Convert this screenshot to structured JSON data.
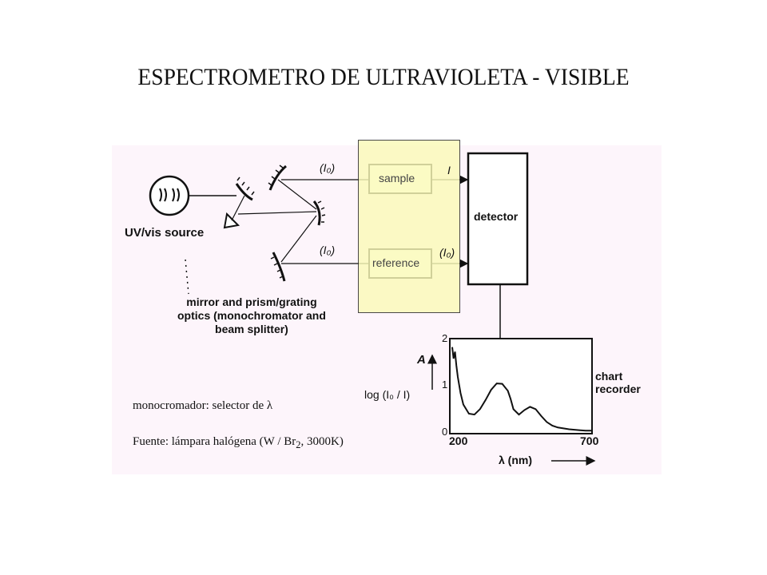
{
  "title": "ESPECTROMETRO DE  ULTRAVIOLETA - VISIBLE",
  "diagram": {
    "source_label": "UV/vis source",
    "i0_top": "(I₀)",
    "i0_bottom": "(I₀)",
    "sample_label": "sample",
    "i_label": "I",
    "reference_label": "reference",
    "i0_right": "(I₀)",
    "detector_label": "detector",
    "optics_line1": "mirror and prism/grating",
    "optics_line2": "optics (monochromator and",
    "optics_line3": "beam splitter)"
  },
  "chart_data": {
    "type": "line",
    "xlabel": "λ (nm)",
    "ylabel": "A",
    "ylabel_formula": "log (I₀ / I)",
    "side_label_1": "chart",
    "side_label_2": "recorder",
    "xlim": [
      200,
      700
    ],
    "ylim": [
      0,
      2
    ],
    "x_ticks": [
      "200",
      "700"
    ],
    "y_ticks": [
      "2",
      "1",
      "0"
    ],
    "series": [
      {
        "x": [
          200,
          205,
          210,
          215,
          220,
          230,
          240,
          260,
          280,
          300,
          320,
          340,
          360,
          380,
          400,
          410,
          420,
          440,
          460,
          480,
          500,
          520,
          540,
          560,
          580,
          600,
          620,
          640,
          660,
          680,
          700
        ],
        "values": [
          1.85,
          1.6,
          1.75,
          1.45,
          1.2,
          0.85,
          0.6,
          0.4,
          0.38,
          0.5,
          0.7,
          0.92,
          1.06,
          1.05,
          0.9,
          0.72,
          0.5,
          0.38,
          0.48,
          0.55,
          0.5,
          0.35,
          0.22,
          0.14,
          0.1,
          0.08,
          0.06,
          0.05,
          0.04,
          0.03,
          0.03
        ]
      }
    ]
  },
  "notes": {
    "line1": "monocromador: selector de λ",
    "line2_prefix": "Fuente: lámpara halógena (W / Br",
    "line2_sub": "2",
    "line2_suffix": ", 3000K)"
  }
}
